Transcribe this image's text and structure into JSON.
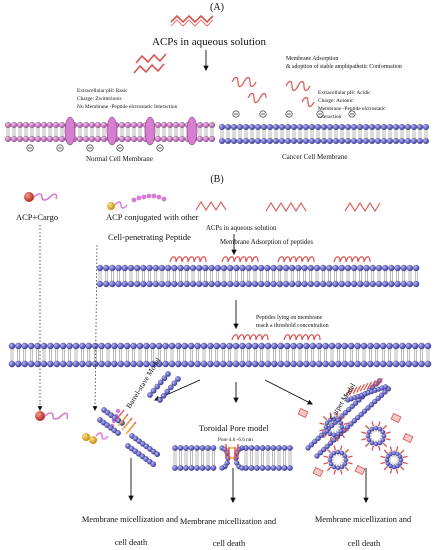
{
  "panel_a": {
    "label": "(A)",
    "title": "ACPs in aqueous solution",
    "membrane_adsorption": [
      "Membrane Adsorption",
      "& adoption of stable amphipathetic Conformation"
    ],
    "normal_conditions": [
      "Extracellular pH: Basic",
      "Charge: Zwitterionic",
      "No Membrane -Peptide elctrostatic Interaction"
    ],
    "cancer_conditions": [
      "Extracellular pH: Acidic",
      "Charge: Anionic",
      "Membrane -Peptide elctrostatic",
      "Interaction"
    ],
    "normal_membrane": "Normal Cell Membrane",
    "cancer_membrane": "Cancer Cell Membrane",
    "charge_sign": "−"
  },
  "panel_b": {
    "label": "(B)",
    "acp_cargo": "ACP+Cargo",
    "acp_conjugated": [
      "ACP conjugated with other",
      "Cell-penetrating Peptide"
    ],
    "acps_aqueous": "ACPs in aqueous solution",
    "membrane_adsorption_peptides": "Membrane Adsorption of peptides",
    "threshold": [
      "Peptides lying on membrane",
      "reach a threshold concentration"
    ],
    "barrel_stave": "Barrel-stave Model",
    "toroidal": "Toroidal Pore model",
    "pore_size": "Pore 4.6 -6.6 nm",
    "carpet": "Carpet Model",
    "outcome_left": [
      "Membrane micellization and",
      "cell death"
    ],
    "outcome_center": [
      "Membrane micellization and",
      "cell death"
    ],
    "outcome_right": [
      "Membrane micellization and",
      "cell death"
    ]
  },
  "colors": {
    "normal_head": "#d67fd0",
    "cancer_head": "#5a58c8",
    "peptide_red": "#d9534f",
    "cargo_yellow": "#e7b12f",
    "cargo_red": "#d24a3a",
    "cpp_pink": "#d77ad8"
  }
}
